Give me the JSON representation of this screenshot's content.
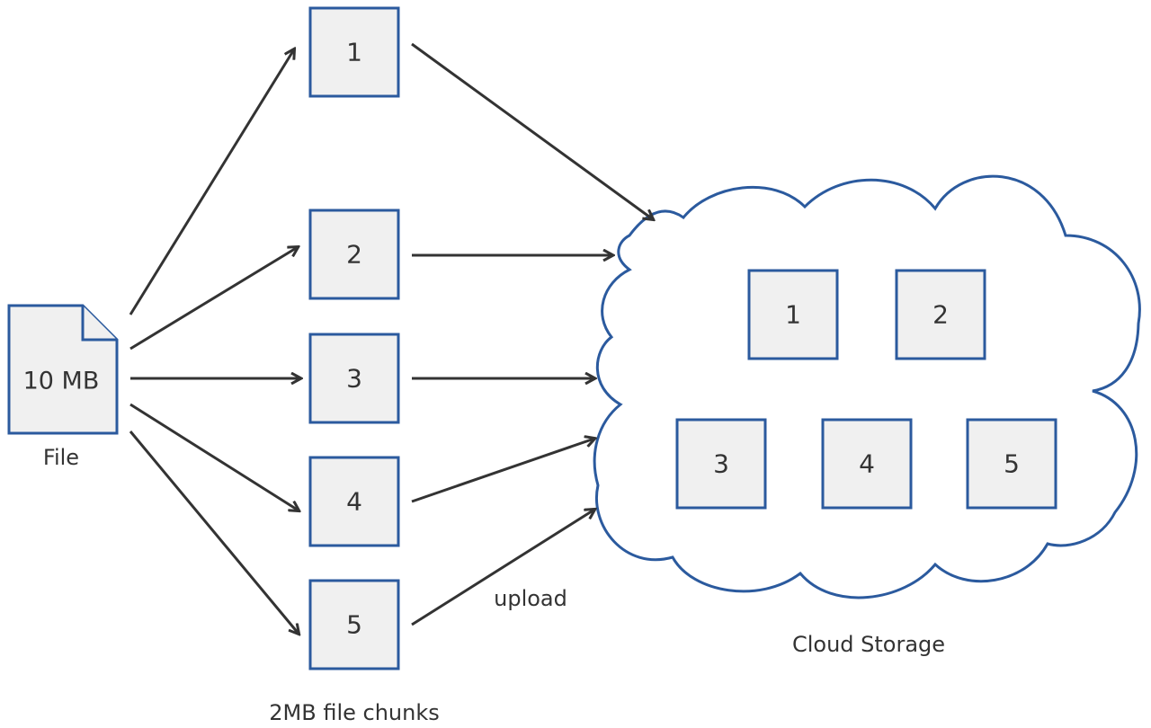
{
  "file": {
    "size_label": "10 MB",
    "caption": "File"
  },
  "chunks": {
    "caption": "2MB file chunks",
    "items": [
      "1",
      "2",
      "3",
      "4",
      "5"
    ]
  },
  "upload_label": "upload",
  "storage": {
    "caption": "Cloud Storage",
    "items": [
      "1",
      "2",
      "3",
      "4",
      "5"
    ]
  },
  "colors": {
    "box_stroke": "#2b5a9e",
    "box_fill": "#f0f0f0",
    "arrow": "#333333",
    "text": "#333333"
  }
}
